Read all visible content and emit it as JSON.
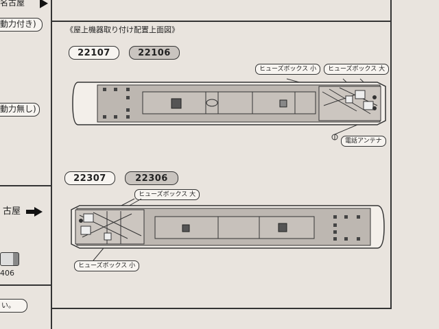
{
  "left_column": {
    "item1": "名古屋",
    "item2": "動力付き)",
    "item3": "動力無し)",
    "item4": "古屋",
    "item5": "406",
    "item6": "い。"
  },
  "section_title": "《屋上機器取り付け配置上面図》",
  "top_car": {
    "labels": [
      "22107",
      "22106"
    ],
    "callout_small": "ヒューズボックス 小",
    "callout_large": "ヒューズボックス 大",
    "callout_antenna": "電話アンテナ"
  },
  "bottom_car": {
    "labels": [
      "22307",
      "22306"
    ],
    "callout_large": "ヒューズボックス 大",
    "callout_small": "ヒューズボックス 小"
  },
  "colors": {
    "paper": "#e9e4de",
    "roof": "#bdb7b1",
    "line": "#333333"
  }
}
